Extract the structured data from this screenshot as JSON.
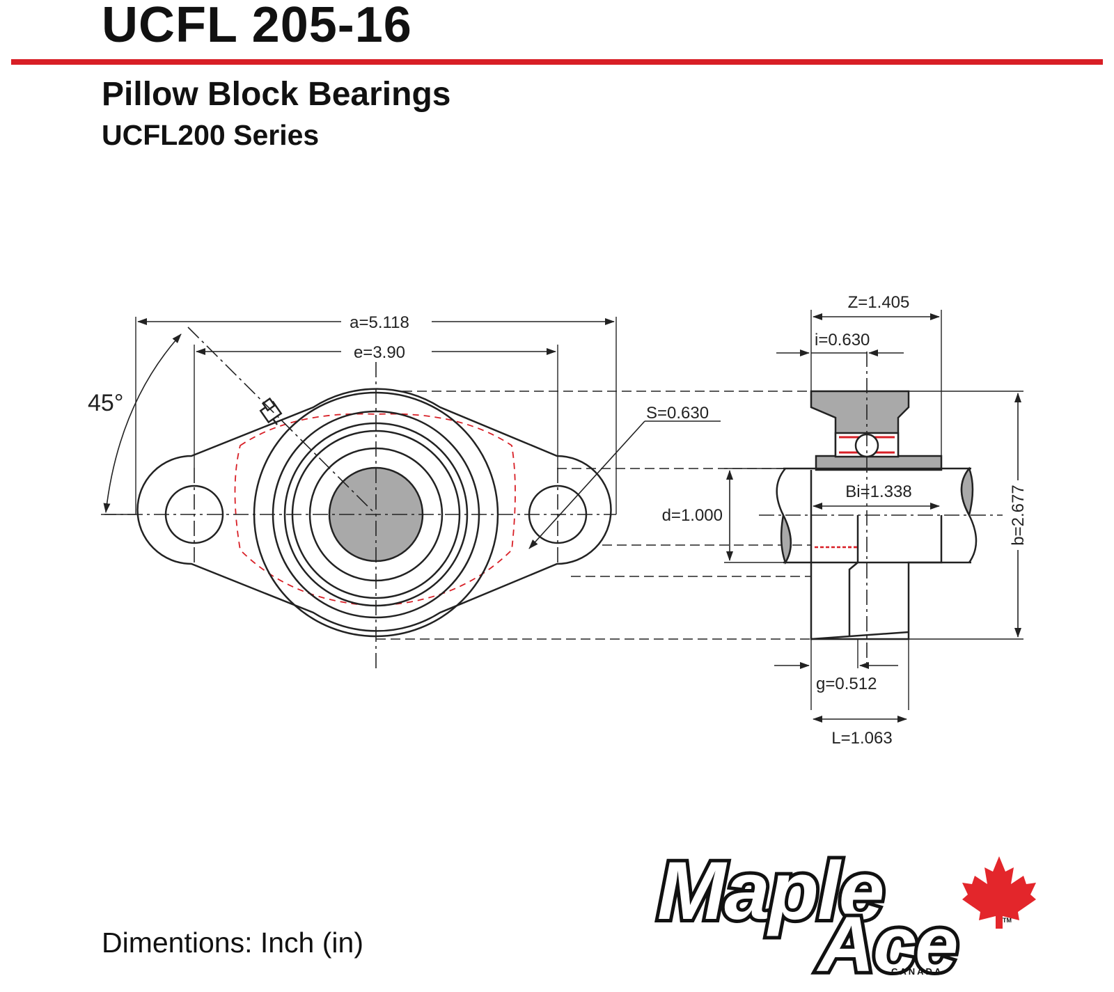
{
  "header": {
    "title": "UCFL 205-16",
    "subtitle": "Pillow Block Bearings",
    "series": "UCFL200 Series"
  },
  "footer": {
    "units": "Dimentions: Inch (in)"
  },
  "brand": {
    "line1": "Maple",
    "line2": "Ace",
    "country": "CANADA",
    "trademark": "TM"
  },
  "dimensions": {
    "angle": "45°",
    "a": "a=5.118",
    "e": "e=3.90",
    "S": "S=0.630",
    "d": "d=1.000",
    "Z": "Z=1.405",
    "i": "i=0.630",
    "Bi": "Bi=1.338",
    "b": "b=2.677",
    "g": "g=0.512",
    "L": "L=1.063"
  },
  "colors": {
    "accent_red": "#d81f26",
    "line": "#222222",
    "fill_gray": "#a9a9a9",
    "maple_red": "#e3262b"
  }
}
